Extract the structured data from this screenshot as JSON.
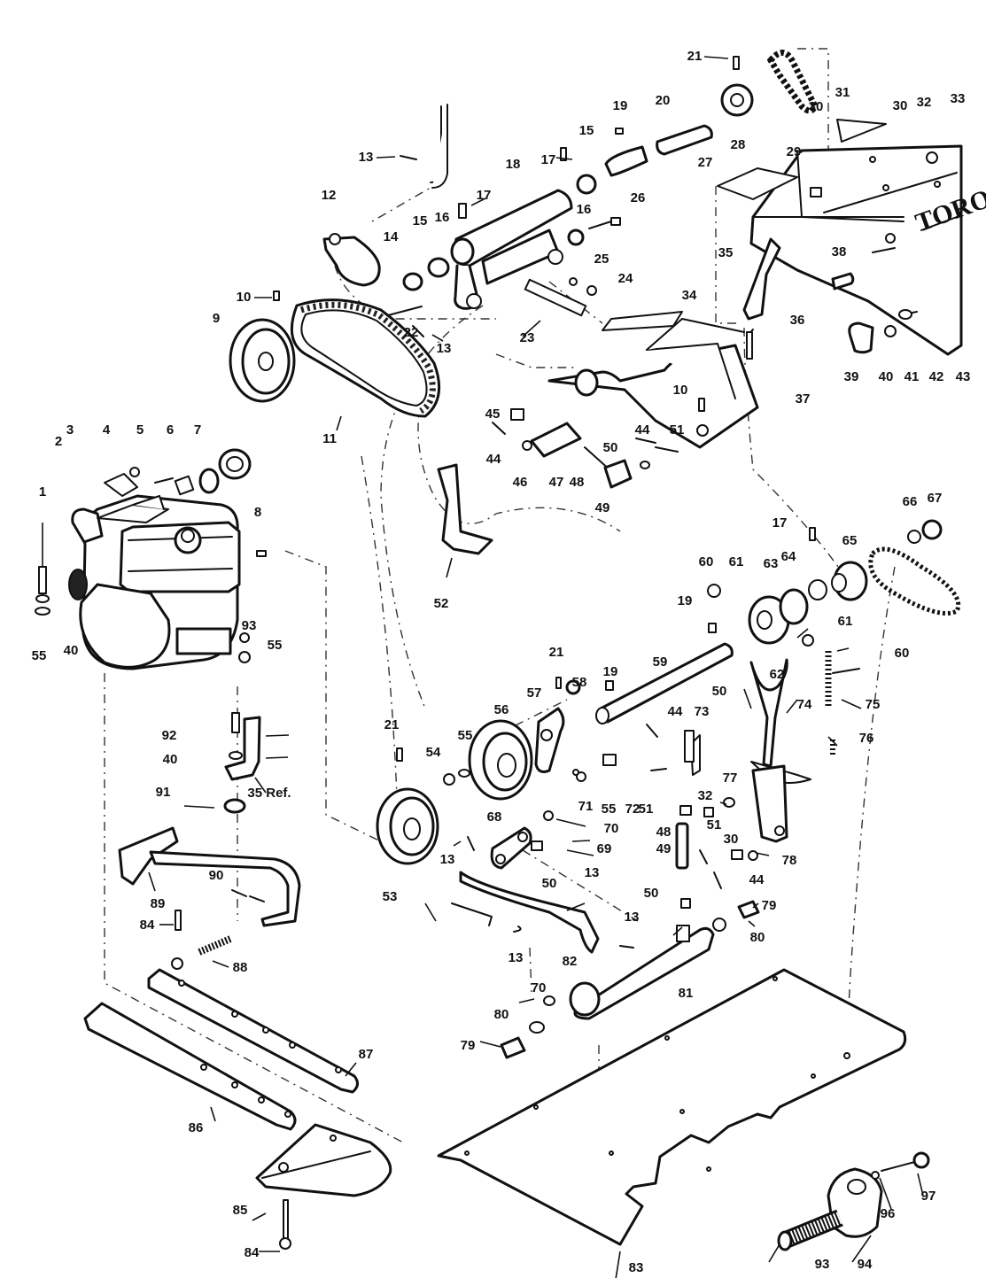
{
  "brand_text": "TORO",
  "callouts": [
    {
      "id": "c1",
      "text": "1"
    },
    {
      "id": "c2",
      "text": "2"
    },
    {
      "id": "c3",
      "text": "3"
    },
    {
      "id": "c4",
      "text": "4"
    },
    {
      "id": "c5",
      "text": "5"
    },
    {
      "id": "c6",
      "text": "6"
    },
    {
      "id": "c7",
      "text": "7"
    },
    {
      "id": "c8",
      "text": "8"
    },
    {
      "id": "c9",
      "text": "9"
    },
    {
      "id": "c10a",
      "text": "10"
    },
    {
      "id": "c10b",
      "text": "10"
    },
    {
      "id": "c11",
      "text": "11"
    },
    {
      "id": "c12",
      "text": "12"
    },
    {
      "id": "c13a",
      "text": "13"
    },
    {
      "id": "c13b",
      "text": "13"
    },
    {
      "id": "c13c",
      "text": "13"
    },
    {
      "id": "c13d",
      "text": "13"
    },
    {
      "id": "c13e",
      "text": "13"
    },
    {
      "id": "c13f",
      "text": "13"
    },
    {
      "id": "c14",
      "text": "14"
    },
    {
      "id": "c15a",
      "text": "15"
    },
    {
      "id": "c15b",
      "text": "15"
    },
    {
      "id": "c16a",
      "text": "16"
    },
    {
      "id": "c16b",
      "text": "16"
    },
    {
      "id": "c17a",
      "text": "17"
    },
    {
      "id": "c17b",
      "text": "17"
    },
    {
      "id": "c17c",
      "text": "17"
    },
    {
      "id": "c18",
      "text": "18"
    },
    {
      "id": "c19a",
      "text": "19"
    },
    {
      "id": "c19b",
      "text": "19"
    },
    {
      "id": "c19c",
      "text": "19"
    },
    {
      "id": "c20",
      "text": "20"
    },
    {
      "id": "c21a",
      "text": "21"
    },
    {
      "id": "c21b",
      "text": "21"
    },
    {
      "id": "c21c",
      "text": "21"
    },
    {
      "id": "c22",
      "text": "22"
    },
    {
      "id": "c23",
      "text": "23"
    },
    {
      "id": "c24",
      "text": "24"
    },
    {
      "id": "c25",
      "text": "25"
    },
    {
      "id": "c26",
      "text": "26"
    },
    {
      "id": "c27",
      "text": "27"
    },
    {
      "id": "c28",
      "text": "28"
    },
    {
      "id": "c29",
      "text": "29"
    },
    {
      "id": "c30a",
      "text": "30"
    },
    {
      "id": "c30b",
      "text": "30"
    },
    {
      "id": "c30c",
      "text": "30"
    },
    {
      "id": "c31",
      "text": "31"
    },
    {
      "id": "c32a",
      "text": "32"
    },
    {
      "id": "c32b",
      "text": "32"
    },
    {
      "id": "c33",
      "text": "33"
    },
    {
      "id": "c34",
      "text": "34"
    },
    {
      "id": "c35a",
      "text": "35"
    },
    {
      "id": "c35b",
      "text": "35 Ref."
    },
    {
      "id": "c36",
      "text": "36"
    },
    {
      "id": "c37",
      "text": "37"
    },
    {
      "id": "c38",
      "text": "38"
    },
    {
      "id": "c39",
      "text": "39"
    },
    {
      "id": "c40a",
      "text": "40"
    },
    {
      "id": "c40b",
      "text": "40"
    },
    {
      "id": "c40c",
      "text": "40"
    },
    {
      "id": "c41",
      "text": "41"
    },
    {
      "id": "c42",
      "text": "42"
    },
    {
      "id": "c43",
      "text": "43"
    },
    {
      "id": "c44a",
      "text": "44"
    },
    {
      "id": "c44b",
      "text": "44"
    },
    {
      "id": "c44c",
      "text": "44"
    },
    {
      "id": "c44d",
      "text": "44"
    },
    {
      "id": "c45",
      "text": "45"
    },
    {
      "id": "c46",
      "text": "46"
    },
    {
      "id": "c47",
      "text": "47"
    },
    {
      "id": "c48a",
      "text": "48"
    },
    {
      "id": "c48b",
      "text": "48"
    },
    {
      "id": "c49a",
      "text": "49"
    },
    {
      "id": "c49b",
      "text": "49"
    },
    {
      "id": "c50a",
      "text": "50"
    },
    {
      "id": "c50b",
      "text": "50"
    },
    {
      "id": "c50c",
      "text": "50"
    },
    {
      "id": "c50d",
      "text": "50"
    },
    {
      "id": "c51a",
      "text": "51"
    },
    {
      "id": "c51b",
      "text": "51"
    },
    {
      "id": "c51c",
      "text": "51"
    },
    {
      "id": "c52",
      "text": "52"
    },
    {
      "id": "c53",
      "text": "53"
    },
    {
      "id": "c54",
      "text": "54"
    },
    {
      "id": "c55a",
      "text": "55"
    },
    {
      "id": "c55b",
      "text": "55"
    },
    {
      "id": "c55c",
      "text": "55"
    },
    {
      "id": "c55d",
      "text": "55"
    },
    {
      "id": "c56",
      "text": "56"
    },
    {
      "id": "c57",
      "text": "57"
    },
    {
      "id": "c58",
      "text": "58"
    },
    {
      "id": "c59",
      "text": "59"
    },
    {
      "id": "c60a",
      "text": "60"
    },
    {
      "id": "c60b",
      "text": "60"
    },
    {
      "id": "c61a",
      "text": "61"
    },
    {
      "id": "c61b",
      "text": "61"
    },
    {
      "id": "c62",
      "text": "62"
    },
    {
      "id": "c63",
      "text": "63"
    },
    {
      "id": "c64",
      "text": "64"
    },
    {
      "id": "c65",
      "text": "65"
    },
    {
      "id": "c66",
      "text": "66"
    },
    {
      "id": "c67",
      "text": "67"
    },
    {
      "id": "c68",
      "text": "68"
    },
    {
      "id": "c69",
      "text": "69"
    },
    {
      "id": "c70a",
      "text": "70"
    },
    {
      "id": "c70b",
      "text": "70"
    },
    {
      "id": "c71",
      "text": "71"
    },
    {
      "id": "c72",
      "text": "72"
    },
    {
      "id": "c73",
      "text": "73"
    },
    {
      "id": "c74",
      "text": "74"
    },
    {
      "id": "c75",
      "text": "75"
    },
    {
      "id": "c76",
      "text": "76"
    },
    {
      "id": "c77",
      "text": "77"
    },
    {
      "id": "c78",
      "text": "78"
    },
    {
      "id": "c79a",
      "text": "79"
    },
    {
      "id": "c79b",
      "text": "79"
    },
    {
      "id": "c80a",
      "text": "80"
    },
    {
      "id": "c80b",
      "text": "80"
    },
    {
      "id": "c81",
      "text": "81"
    },
    {
      "id": "c82",
      "text": "82"
    },
    {
      "id": "c83",
      "text": "83"
    },
    {
      "id": "c84a",
      "text": "84"
    },
    {
      "id": "c84b",
      "text": "84"
    },
    {
      "id": "c85",
      "text": "85"
    },
    {
      "id": "c86",
      "text": "86"
    },
    {
      "id": "c87",
      "text": "87"
    },
    {
      "id": "c88",
      "text": "88"
    },
    {
      "id": "c89",
      "text": "89"
    },
    {
      "id": "c90",
      "text": "90"
    },
    {
      "id": "c91",
      "text": "91"
    },
    {
      "id": "c92",
      "text": "92"
    },
    {
      "id": "c93a",
      "text": "93"
    },
    {
      "id": "c93b",
      "text": "93"
    },
    {
      "id": "c94",
      "text": "94"
    },
    {
      "id": "c96",
      "text": "96"
    },
    {
      "id": "c97",
      "text": "97"
    }
  ]
}
